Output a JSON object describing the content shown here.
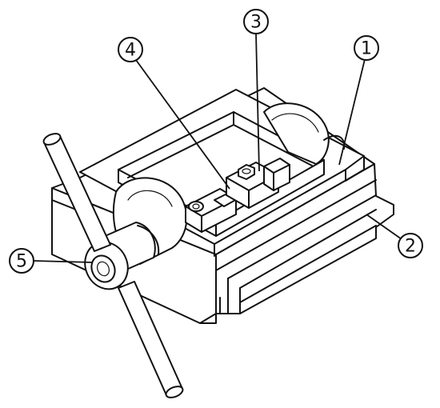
{
  "figure": {
    "callouts": [
      {
        "id": "1",
        "label": "1"
      },
      {
        "id": "2",
        "label": "2"
      },
      {
        "id": "3",
        "label": "3"
      },
      {
        "id": "4",
        "label": "4"
      },
      {
        "id": "5",
        "label": "5"
      }
    ],
    "colors": {
      "line": "#111111",
      "background": "#ffffff"
    }
  }
}
